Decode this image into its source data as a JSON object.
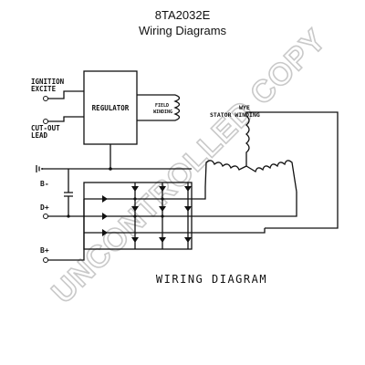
{
  "header": {
    "part_number": "8TA2032E",
    "title": "Wiring Diagrams"
  },
  "labels": {
    "ignition_line1": "IGNITION",
    "ignition_line2": "EXCITE",
    "cutout_line1": "CUT-OUT",
    "cutout_line2": "LEAD",
    "regulator": "REGULATOR",
    "field_line1": "FIELD",
    "field_line2": "WINDING",
    "wye_line1": "WYE",
    "wye_line2": "STATOR WINDING",
    "b_minus": "B-",
    "d_plus": "D+",
    "b_plus": "B+",
    "caption": "WIRING DIAGRAM"
  },
  "watermark": {
    "text": "UNCONTROLLED COPY",
    "color": "#c9c9c9"
  }
}
